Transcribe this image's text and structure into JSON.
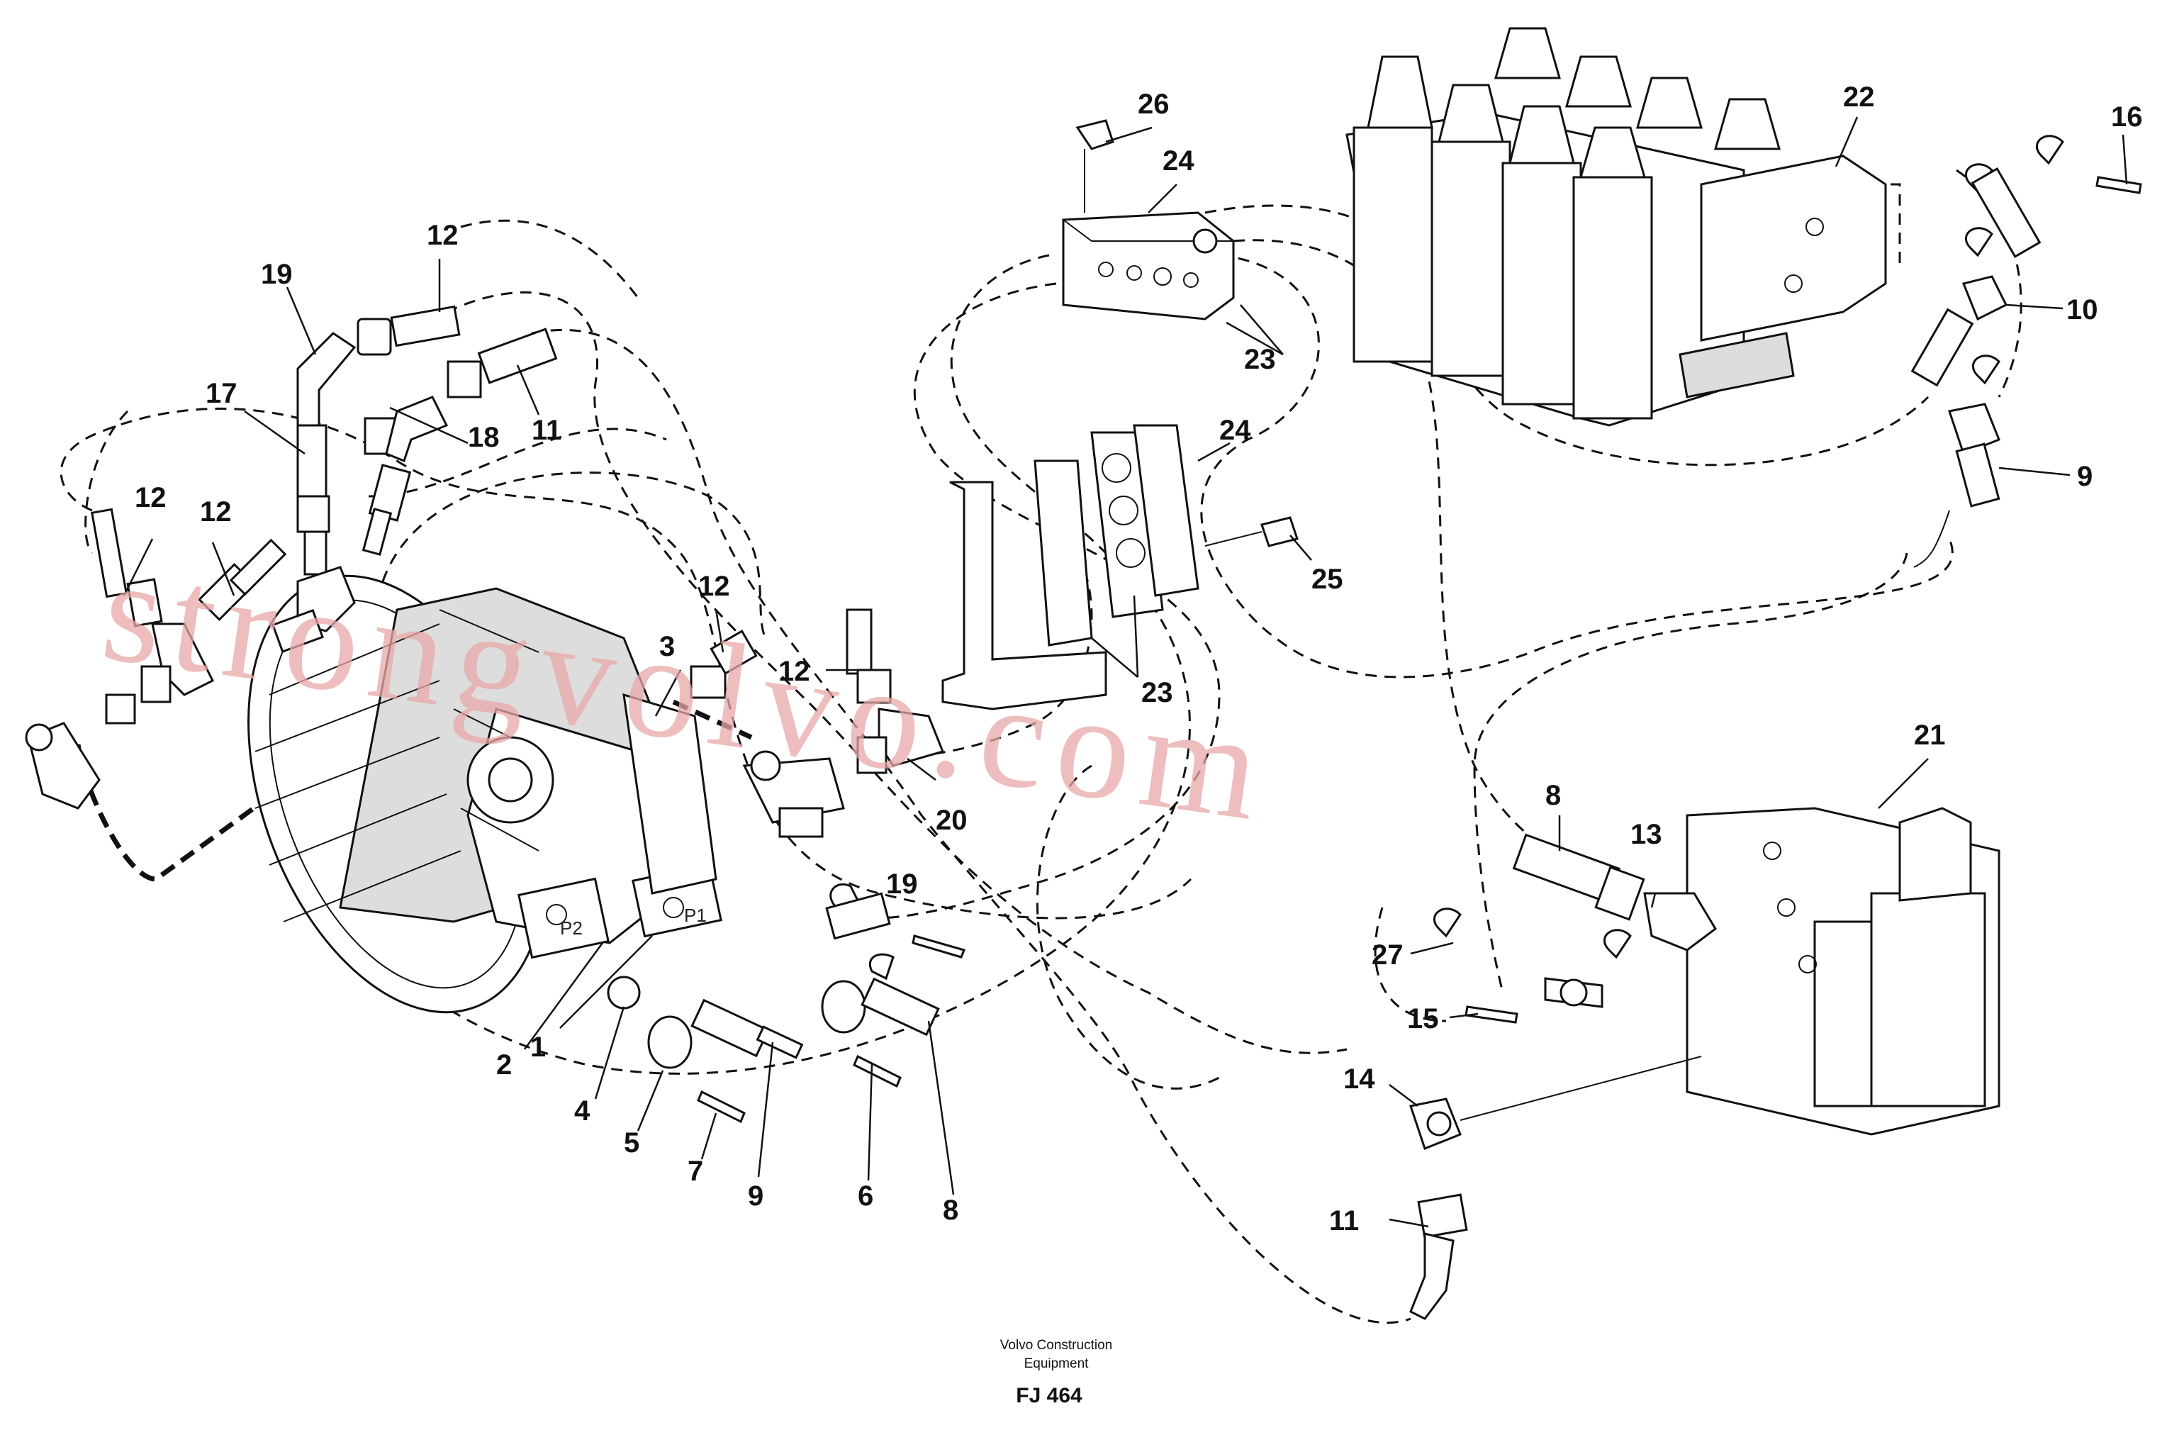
{
  "diagram": {
    "callouts": {
      "c1": "1",
      "c2": "2",
      "c3": "3",
      "c4": "4",
      "c5": "5",
      "c6": "6",
      "c7": "7",
      "c8a": "8",
      "c8b": "8",
      "c9a": "9",
      "c9b": "9",
      "c10": "10",
      "c11a": "11",
      "c11b": "11",
      "c12a": "12",
      "c12b": "12",
      "c12c": "12",
      "c12d": "12",
      "c12e": "12",
      "c13": "13",
      "c14": "14",
      "c15": "15",
      "c16": "16",
      "c17": "17",
      "c18": "18",
      "c19": "19",
      "c20": "20",
      "c21": "21",
      "c22": "22",
      "c23a": "23",
      "c23b": "23",
      "c24a": "24",
      "c24b": "24",
      "c25": "25",
      "c26": "26",
      "c27": "27"
    },
    "port_labels": {
      "p1": "P1",
      "p2": "P2"
    },
    "footer": {
      "line1": "Volvo Construction",
      "line2": "Equipment",
      "code": "FJ 464"
    },
    "watermark": "strongvolvo.com"
  }
}
